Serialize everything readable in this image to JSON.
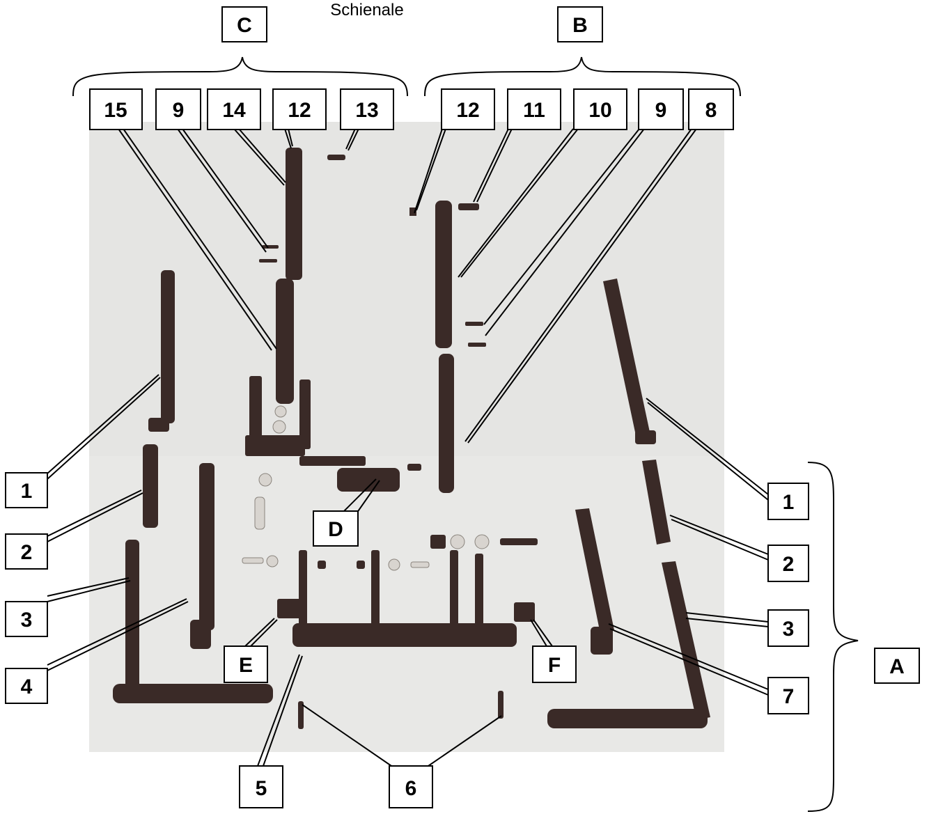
{
  "caption": "Schienale",
  "groups": {
    "C": "C",
    "B": "B",
    "A": "A"
  },
  "letters": {
    "D": "D",
    "E": "E",
    "F": "F"
  },
  "numbers": {
    "top_left": [
      "15",
      "9",
      "14",
      "12",
      "13"
    ],
    "top_right": [
      "12",
      "11",
      "10",
      "9",
      "8"
    ],
    "left_side": [
      "1",
      "2",
      "3",
      "4"
    ],
    "right_side": [
      "1",
      "2",
      "3",
      "7"
    ],
    "bottom": [
      "5",
      "6"
    ]
  },
  "colors": {
    "photo_background": "#e8e8e6",
    "tube": "#3a2a27",
    "line": "#000000"
  }
}
